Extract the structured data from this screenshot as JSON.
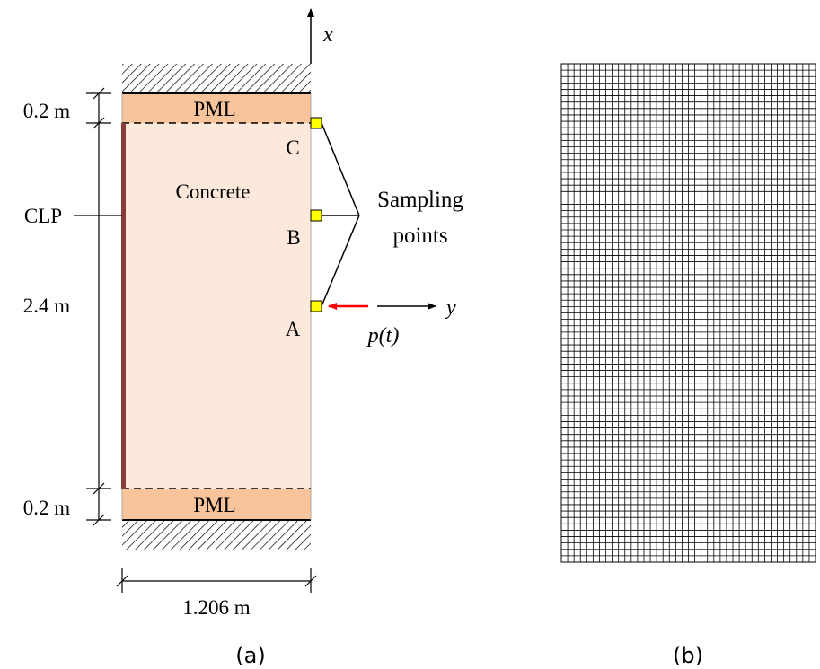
{
  "panel_a": {
    "pml_top_label": "PML",
    "pml_bottom_label": "PML",
    "concrete_label": "Concrete",
    "dim_top": "0.2 m",
    "dim_middle": "2.4 m",
    "dim_bottom": "0.2 m",
    "clp_label": "CLP",
    "dim_width": "1.206 m",
    "point_c": "C",
    "point_b": "B",
    "point_a": "A",
    "sampling_line1": "Sampling",
    "sampling_line2": "points",
    "axis_x": "x",
    "axis_y": "y",
    "load_label": "p(t)",
    "caption": "(a)"
  },
  "panel_b": {
    "caption": "(b)"
  },
  "colors": {
    "concrete_fill": "#fde9dc",
    "pml_fill": "#f8c49c",
    "clp_bar": "#8b3a3a",
    "sample_point": "#ffff00",
    "load_arrow": "#ff0000",
    "line": "#000000"
  }
}
